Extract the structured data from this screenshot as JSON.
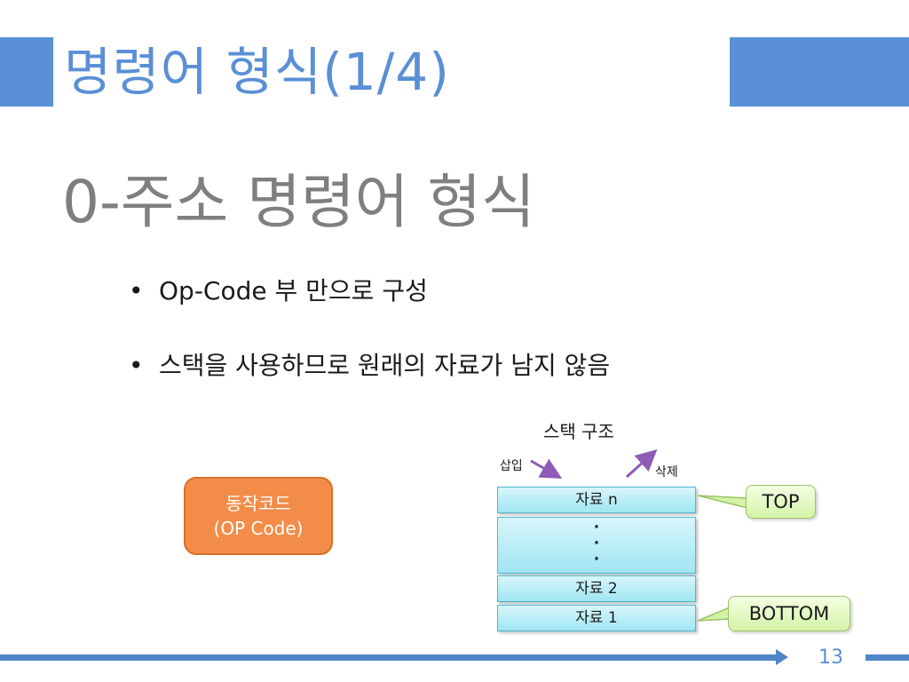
{
  "slide": {
    "title": "명령어 형식(1/4)",
    "subtitle": "0-주소 명령어 형식",
    "bullets": [
      "Op-Code 부 만으로 구성",
      "스택을 사용하므로 원래의 자료가 남지 않음"
    ],
    "bullet_symbol": "•",
    "page_number": "13"
  },
  "opcode_box": {
    "line1": "동작코드",
    "line2": "(OP Code)"
  },
  "stack": {
    "title": "스택 구조",
    "insert_label": "삽입",
    "delete_label": "삭제",
    "cells": {
      "top": "자료 n",
      "dots": "·",
      "second": "자료 2",
      "first": "자료 1"
    },
    "top_callout": "TOP",
    "bottom_callout": "BOTTOM"
  },
  "colors": {
    "accent": "#5b8fd6",
    "opcode_fill": "#f28c48",
    "stack_fill": "#9fe6f2",
    "callout_fill": "#d3f3a8",
    "arrow": "#8e5bb5"
  }
}
